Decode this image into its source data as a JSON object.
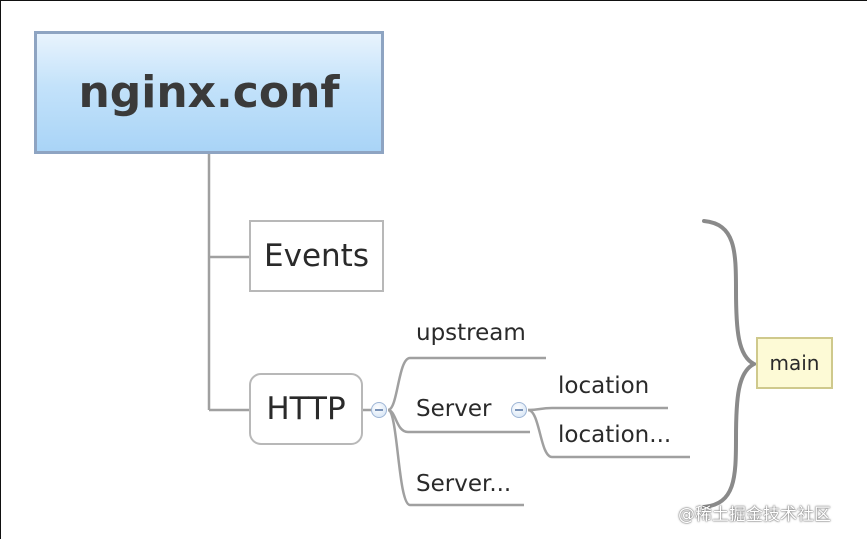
{
  "diagram": {
    "root": "nginx.conf",
    "events": "Events",
    "http": "HTTP",
    "main": "main",
    "http_children": {
      "upstream": "upstream",
      "server": "Server",
      "server_more": "Server..."
    },
    "server_children": {
      "location": "location",
      "location_more": "location..."
    }
  },
  "colors": {
    "root_fill": "#a9d4f7",
    "main_fill": "#fdfad6",
    "connector": "#a0a0a0"
  },
  "icons": [
    "collapse-toggle-icon",
    "curly-brace-icon"
  ],
  "watermark": "@稀土掘金技术社区"
}
